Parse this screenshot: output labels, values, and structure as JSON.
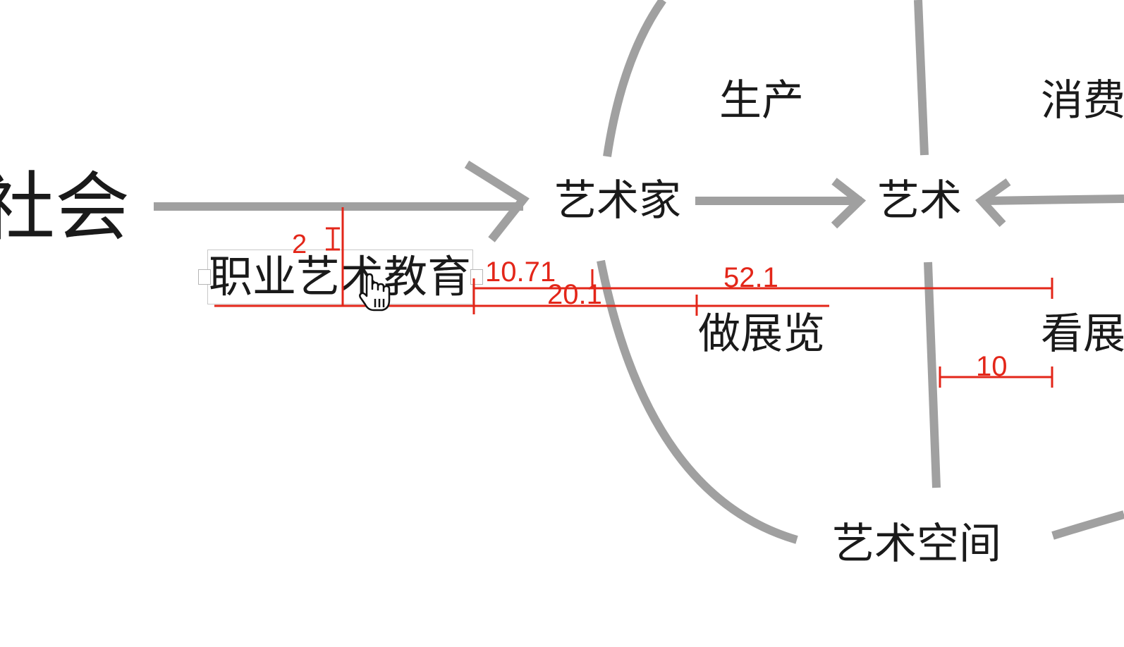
{
  "diagram": {
    "nodes": {
      "society": "社会",
      "vocational_art_education": "职业艺术教育",
      "artist": "艺术家",
      "art": "艺术",
      "production": "生产",
      "consumption": "消费",
      "exhibit": "做展览",
      "view_exhibit": "看展",
      "art_space": "艺术空间"
    },
    "colors": {
      "arrow": "#a0a0a0",
      "text": "#1a1a1a",
      "measure": "#e32619",
      "selection": "#c8c8c8"
    }
  },
  "measurements": {
    "vertical_gap": "2",
    "gap_a": "10.71",
    "gap_b": "20.1",
    "gap_c": "52.1",
    "gap_d": "10"
  },
  "cursor": {
    "icon": "hand-pointer-icon"
  }
}
